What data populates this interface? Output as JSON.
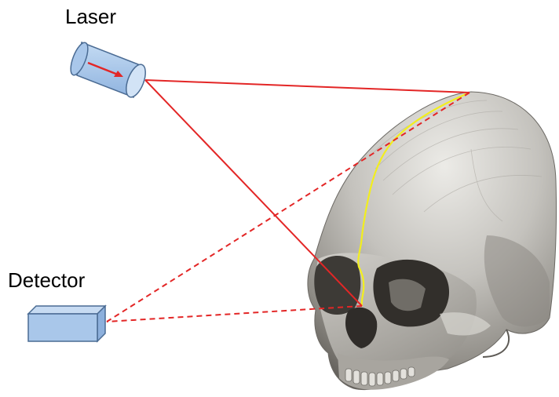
{
  "labels": {
    "laser": "Laser",
    "detector": "Detector"
  },
  "icons": {
    "laser_device": "laser-cylinder-icon",
    "detector_device": "detector-box-icon",
    "beam_direction": "red-arrow-icon",
    "target": "skull-3d-image"
  },
  "colors": {
    "device_fill": "#a9c7ea",
    "device_stroke": "#4a6b93",
    "emitted_beam": "#e32626",
    "reflected_beam": "#e32626",
    "scan_line": "#f2ee1e",
    "skull_light": "#e4e2dd",
    "skull_mid": "#b2b0ab",
    "skull_dark": "#55524d"
  }
}
